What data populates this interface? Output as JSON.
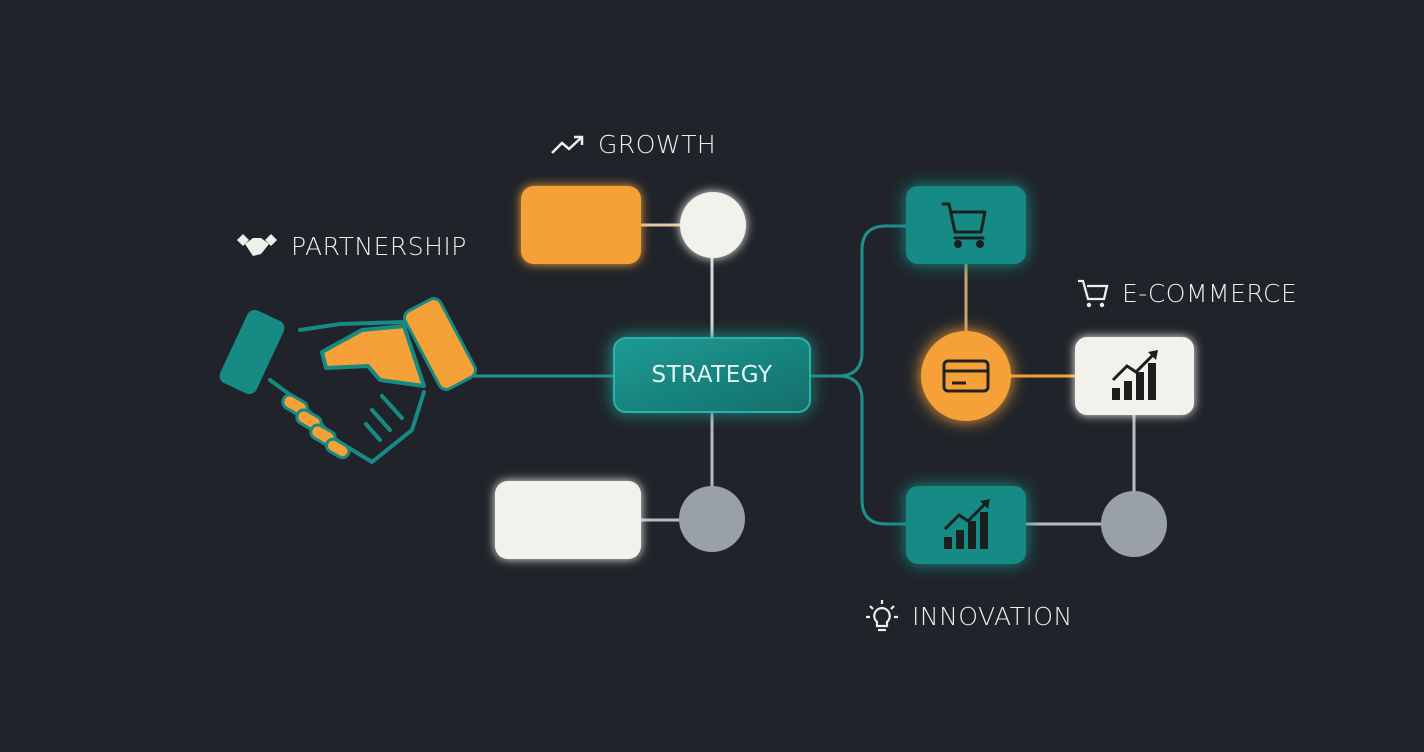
{
  "diagram": {
    "center_node": {
      "label": "STRATEGY",
      "color": "#1c8c87"
    },
    "labels": {
      "growth": {
        "text": "GROWTH",
        "icon": "trending-up-icon"
      },
      "partnership": {
        "text": "PARTNERSHIP",
        "icon": "handshake-icon"
      },
      "ecommerce": {
        "text": "E-COMMERCE",
        "icon": "shopping-cart-icon"
      },
      "innovation": {
        "text": "INNOVATION",
        "icon": "lightbulb-icon"
      }
    },
    "nodes": [
      {
        "id": "growth-box",
        "shape": "rounded-rect",
        "color": "#f6a137"
      },
      {
        "id": "growth-circle",
        "shape": "circle",
        "color": "#f2f1ec"
      },
      {
        "id": "bottom-box",
        "shape": "rounded-rect",
        "color": "#f2f1ec"
      },
      {
        "id": "bottom-circle",
        "shape": "circle",
        "color": "#9aa0a8"
      },
      {
        "id": "cart-box",
        "shape": "rounded-rect",
        "color": "#178a84",
        "icon": "shopping-cart-icon"
      },
      {
        "id": "card-circle",
        "shape": "circle",
        "color": "#f6a137",
        "icon": "credit-card-icon"
      },
      {
        "id": "chart-box-white",
        "shape": "rounded-rect",
        "color": "#f2f1ec",
        "icon": "bar-chart-trend-icon"
      },
      {
        "id": "chart-box-teal",
        "shape": "rounded-rect",
        "color": "#178a84",
        "icon": "bar-chart-trend-icon"
      },
      {
        "id": "right-circle",
        "shape": "circle",
        "color": "#9aa0a8"
      },
      {
        "id": "handshake",
        "shape": "illustration",
        "icon": "handshake-icon"
      }
    ],
    "colors": {
      "background": "#20242a",
      "teal": "#178a84",
      "orange": "#f6a137",
      "white": "#f2f1ec",
      "gray": "#9aa0a8"
    }
  }
}
